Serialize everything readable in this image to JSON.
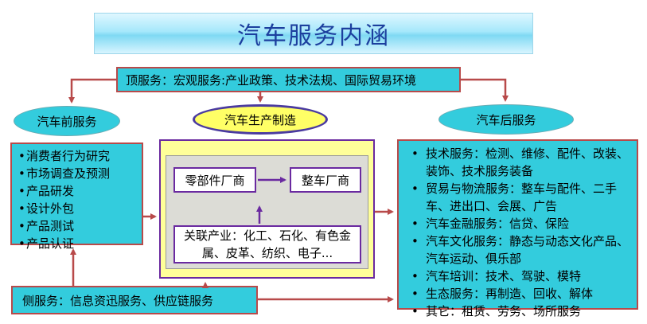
{
  "title": "汽车服务内涵",
  "top_service": "顶服务：宏观服务:产业政策、技术法规、国际贸易环境",
  "side_service": "侧服务：信息资迅服务、供应链服务",
  "pre_service": {
    "label": "汽车前服务",
    "items": [
      "消费者行为研究",
      "市场调查及预测",
      "产品研发",
      "设计外包",
      "产品测试",
      "产品认证"
    ]
  },
  "manufacturing": {
    "label": "汽车生产制造",
    "parts": "零部件厂商",
    "oem": "整车厂商",
    "related": "关联产业：化工、石化、有色金属、皮革、纺织、电子..."
  },
  "post_service": {
    "label": "汽车后服务",
    "items": [
      "技术服务：检测、维修、配件、改装、装饰、技术服务装备",
      "贸易与物流服务：整车与配件、二手车、进出口、会展、广告",
      "汽车金融服务：信贷、保险",
      "汽车文化服务：静态与动态文化产品、汽车运动、俱乐部",
      "汽车培训：技术、驾驶、模特",
      "生态服务：再制造、回收、解体",
      "其它：租赁、劳务、场所服务"
    ]
  },
  "colors": {
    "cyan": "#33ccdd",
    "arrow": "#b84a4a",
    "purple": "#6a2aa0",
    "title_text": "#1c3f9e",
    "yellow": "#ffff99"
  }
}
